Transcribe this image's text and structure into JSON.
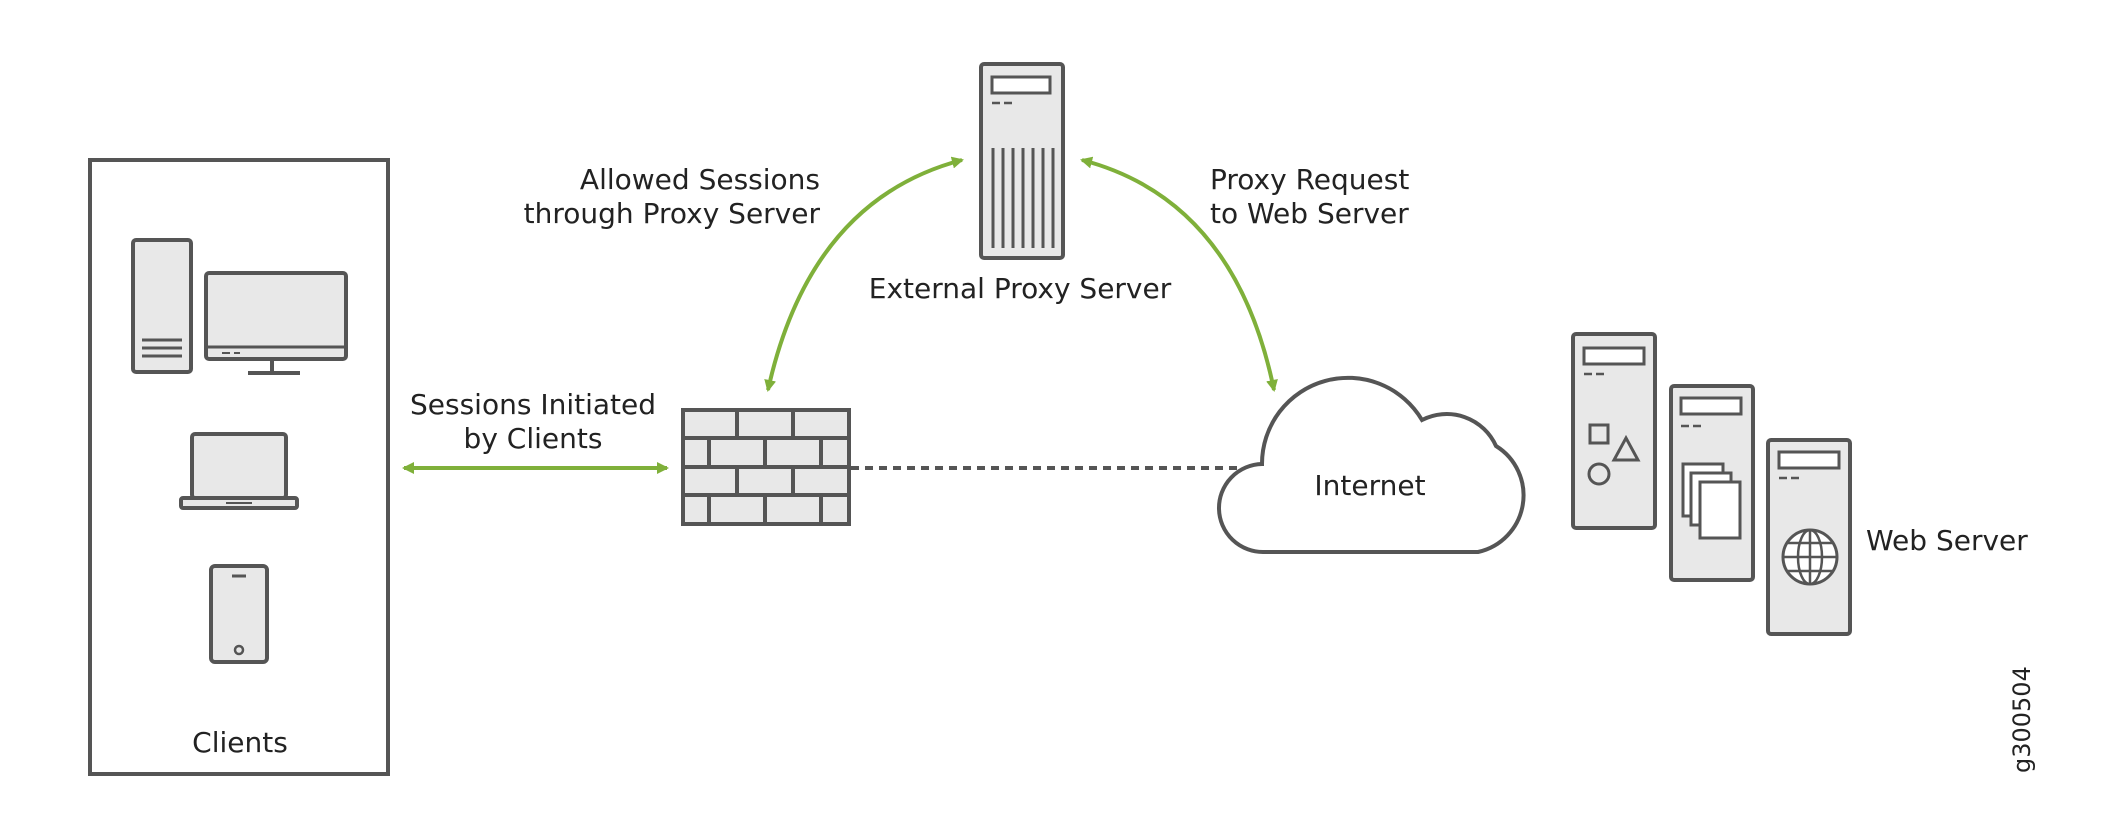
{
  "labels": {
    "allowed_sessions": [
      "Allowed Sessions",
      "through Proxy Server"
    ],
    "external_proxy": "External Proxy Server",
    "proxy_request": [
      "Proxy Request",
      "to Web Server"
    ],
    "sessions_initiated": [
      "Sessions Initiated",
      "by Clients"
    ],
    "internet": "Internet",
    "clients": "Clients",
    "web_server": "Web Server",
    "figure_id": "g300504"
  },
  "colors": {
    "arrow": "#7fb03a",
    "stroke": "#555555",
    "fill": "#e8e8e8",
    "text": "#222222"
  },
  "icons": [
    "desktop-tower-icon",
    "monitor-icon",
    "laptop-icon",
    "phone-icon",
    "proxy-server-icon",
    "firewall-icon",
    "cloud-icon",
    "server-icon",
    "globe-icon"
  ]
}
